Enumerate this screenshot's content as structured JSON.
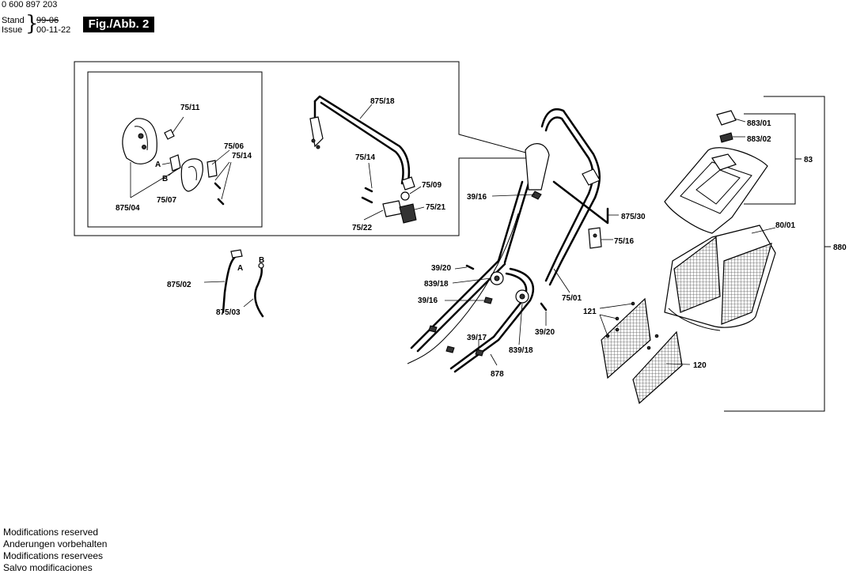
{
  "header": {
    "doc_number": "0 600 897 203",
    "stand_label": "Stand",
    "issue_label": "Issue",
    "brace": "}",
    "stand_date": "99-06",
    "issue_date": "00-11-22",
    "figure_label": "Fig./Abb. 2"
  },
  "parts": {
    "p75_11": "75/11",
    "p875_18": "875/18",
    "p75_06": "75/06",
    "p75_14a": "75/14",
    "p75_14b": "75/14",
    "pA1": "A",
    "pB1": "B",
    "p75_07": "75/07",
    "p875_04": "875/04",
    "p75_09": "75/09",
    "p75_21": "75/21",
    "p75_22": "75/22",
    "p39_16a": "39/16",
    "p875_30": "875/30",
    "p75_16": "75/16",
    "p39_20a": "39/20",
    "p839_18a": "839/18",
    "p39_16b": "39/16",
    "p75_01": "75/01",
    "p39_20b": "39/20",
    "p39_17": "39/17",
    "p839_18b": "839/18",
    "p878": "878",
    "p875_02": "875/02",
    "pA2": "A",
    "pB2": "B",
    "p875_03": "875/03",
    "p883_01": "883/01",
    "p883_02": "883/02",
    "p83": "83",
    "p80_01": "80/01",
    "p880": "880",
    "p121": "121",
    "p120": "120"
  },
  "footer": {
    "line1": "Modifications reserved",
    "line2": "Anderungen vorbehalten",
    "line3": "Modifications reservees",
    "line4": "Salvo modificaciones"
  }
}
